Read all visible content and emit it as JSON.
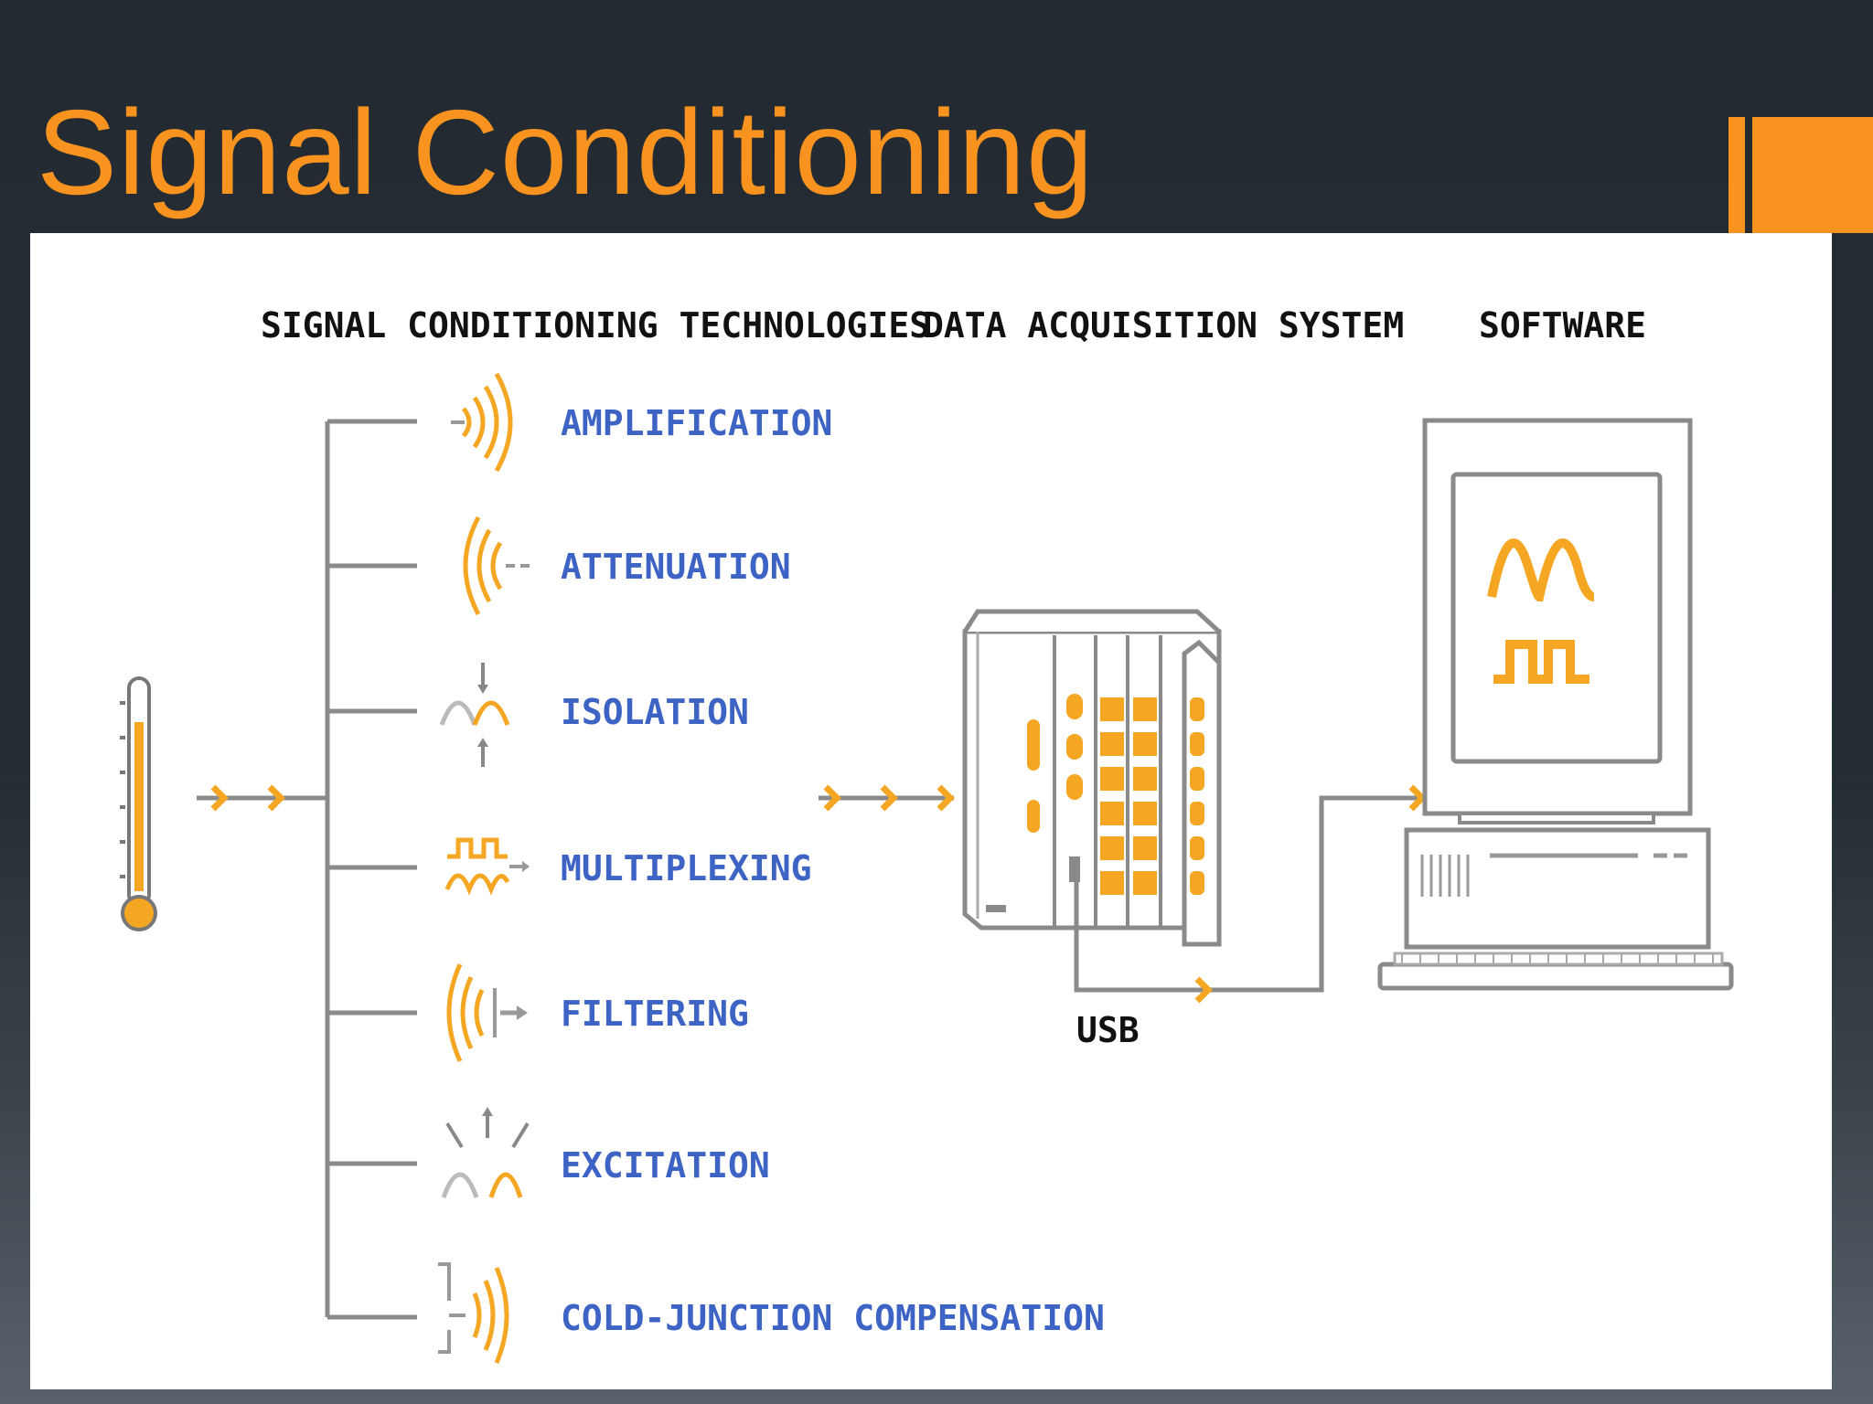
{
  "slide": {
    "title": "Signal Conditioning"
  },
  "diagram": {
    "headers": {
      "technologies": "SIGNAL CONDITIONING TECHNOLOGIES",
      "daq": "DATA ACQUISITION SYSTEM",
      "software": "SOFTWARE"
    },
    "technologies": [
      {
        "label": "AMPLIFICATION",
        "icon": "amplification-icon"
      },
      {
        "label": "ATTENUATION",
        "icon": "attenuation-icon"
      },
      {
        "label": "ISOLATION",
        "icon": "isolation-icon"
      },
      {
        "label": "MULTIPLEXING",
        "icon": "multiplexing-icon"
      },
      {
        "label": "FILTERING",
        "icon": "filtering-icon"
      },
      {
        "label": "EXCITATION",
        "icon": "excitation-icon"
      },
      {
        "label": "COLD-JUNCTION COMPENSATION",
        "icon": "cold-junction-icon"
      }
    ],
    "connection_label": "USB"
  },
  "colors": {
    "title": "#f7931e",
    "accent": "#f7931e",
    "label_blue": "#3d63c4",
    "icon_orange": "#f5a623",
    "line_gray": "#8a8a8a"
  }
}
